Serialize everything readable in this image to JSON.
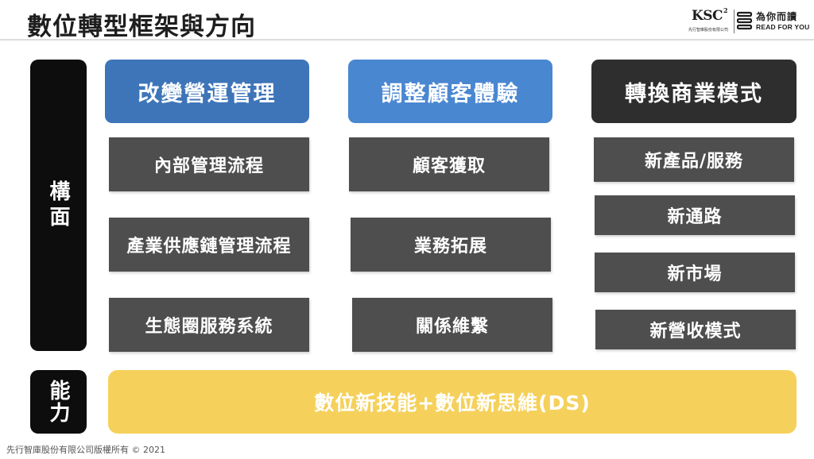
{
  "header": {
    "title": "數位轉型框架與方向",
    "ksc_logo": {
      "text": "KSC",
      "sup": "2",
      "sub": "先行智庫股份有限公司"
    },
    "rfy_logo": {
      "cn": "為你而讀",
      "en": "READ FOR YOU"
    }
  },
  "side_labels": {
    "aspects": "構面",
    "capability": "能力"
  },
  "columns": [
    {
      "heading": "改變營運管理",
      "items": [
        "內部管理流程",
        "產業供應鏈管理流程",
        "生態圈服務系統"
      ]
    },
    {
      "heading": "調整顧客體驗",
      "items": [
        "顧客獲取",
        "業務拓展",
        "關係維繫"
      ]
    },
    {
      "heading": "轉換商業模式",
      "items": [
        "新產品/服務",
        "新通路",
        "新市場",
        "新營收模式"
      ]
    }
  ],
  "capability_bar": "數位新技能+數位新思維(DS)",
  "footer": "先行智庫股份有限公司版權所有 © 2021",
  "colors": {
    "col1_header": "#3e75b9",
    "col2_header": "#4a87d1",
    "col3_header": "#2e2e2e",
    "item_box": "#4e4e4e",
    "side_label": "#0d0d0d",
    "capability_bar": "#f5d15c"
  }
}
